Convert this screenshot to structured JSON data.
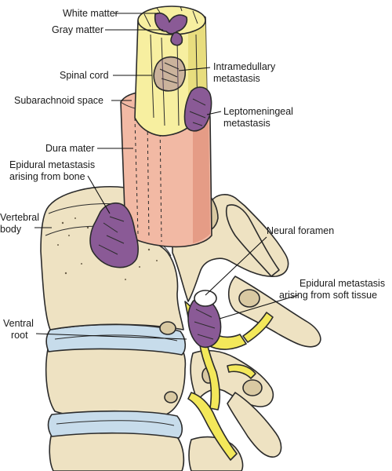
{
  "labels": {
    "white_matter": "White matter",
    "gray_matter": "Gray matter",
    "spinal_cord": "Spinal cord",
    "intramedullary_1": "Intramedullary",
    "intramedullary_2": "metastasis",
    "subarachnoid_space": "Subarachnoid space",
    "leptomeningeal_1": "Leptomeningeal",
    "leptomeningeal_2": "metastasis",
    "dura_mater": "Dura mater",
    "epidural_bone_1": "Epidural metastasis",
    "epidural_bone_2": "arising from bone",
    "vertebral_1": "Vertebral",
    "vertebral_2": "body",
    "neural_foramen": "Neural foramen",
    "epidural_soft_1": "Epidural metastasis",
    "epidural_soft_2": "arising from soft tissue",
    "ventral_1": "Ventral",
    "ventral_2": "root"
  },
  "colors": {
    "cord": "#f7efa0",
    "cord_shade": "#e8dd7e",
    "dura": "#f2b9a4",
    "dura_shade": "#e59c86",
    "bone": "#eee2c2",
    "bone_shade": "#d9c9a2",
    "disc": "#c7dceb",
    "disc_shade": "#9dbdd6",
    "metastasis": "#8a5a96",
    "metastasis_dark": "#5e3a6b",
    "nerve": "#f3e85a"
  }
}
